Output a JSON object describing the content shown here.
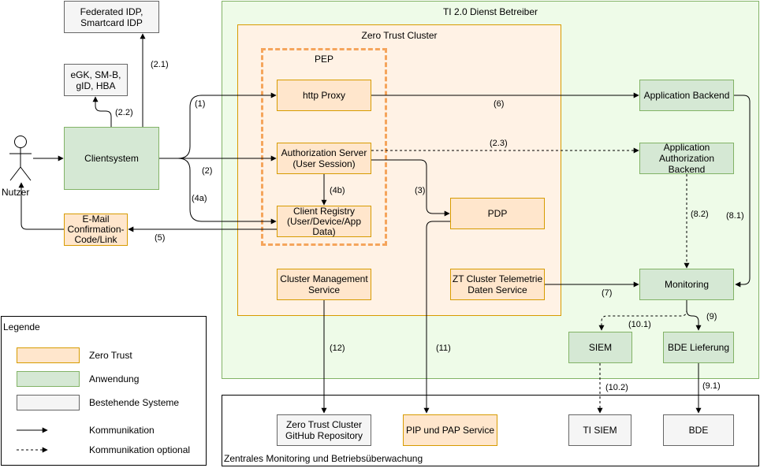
{
  "groups": {
    "operator": "TI 2.0 Dienst Betreiber",
    "cluster": "Zero Trust Cluster",
    "pep": "PEP",
    "central": "Zentrales Monitoring und Betriebsüberwachung",
    "legend": "Legende"
  },
  "nodes": {
    "federated_idp": "Federated IDP,\nSmartcard IDP",
    "egk": "eGK, SM-B,\ngID, HBA",
    "actor": "Nutzer",
    "clientsystem": "Clientsystem",
    "email": "E-Mail\nConfirmation-\nCode/Link",
    "http_proxy": "http Proxy",
    "auth_server": "Authorization Server\n(User Session)",
    "client_registry": "Client Registry\n(User/Device/App\nData)",
    "cluster_mgmt": "Cluster Management\nService",
    "pdp": "PDP",
    "zt_telemetry": "ZT Cluster Telemetrie\nDaten Service",
    "app_backend": "Application Backend",
    "app_auth_backend": "Application\nAuthorization\nBackend",
    "monitoring": "Monitoring",
    "siem": "SIEM",
    "bde_lieferung": "BDE Lieferung",
    "zt_github": "Zero Trust Cluster\nGitHub Repository",
    "pip_pap": "PIP und PAP Service",
    "ti_siem": "TI SIEM",
    "bde": "BDE"
  },
  "edge_labels": {
    "e1": "(1)",
    "e2": "(2)",
    "e21": "(2.1)",
    "e22": "(2.2)",
    "e23": "(2.3)",
    "e3": "(3)",
    "e4a": "(4a)",
    "e4b": "(4b)",
    "e5": "(5)",
    "e6": "(6)",
    "e7": "(7)",
    "e81": "(8.1)",
    "e82": "(8.2)",
    "e9": "(9)",
    "e91": "(9.1)",
    "e101": "(10.1)",
    "e102": "(10.2)",
    "e11": "(11)",
    "e12": "(12)"
  },
  "legend": {
    "zero_trust": "Zero Trust",
    "anwendung": "Anwendung",
    "bestehende": "Bestehende Systeme",
    "kommunikation": "Kommunikation",
    "optional": "Kommunikation optional"
  },
  "colors": {
    "zero_trust_fill": "#ffe6cc",
    "zero_trust_stroke": "#d79b00",
    "application_fill": "#d5e8d4",
    "application_stroke": "#82b366",
    "existing_fill": "#f5f5f5",
    "existing_stroke": "#666666",
    "pep_border": "#f5a55c"
  }
}
